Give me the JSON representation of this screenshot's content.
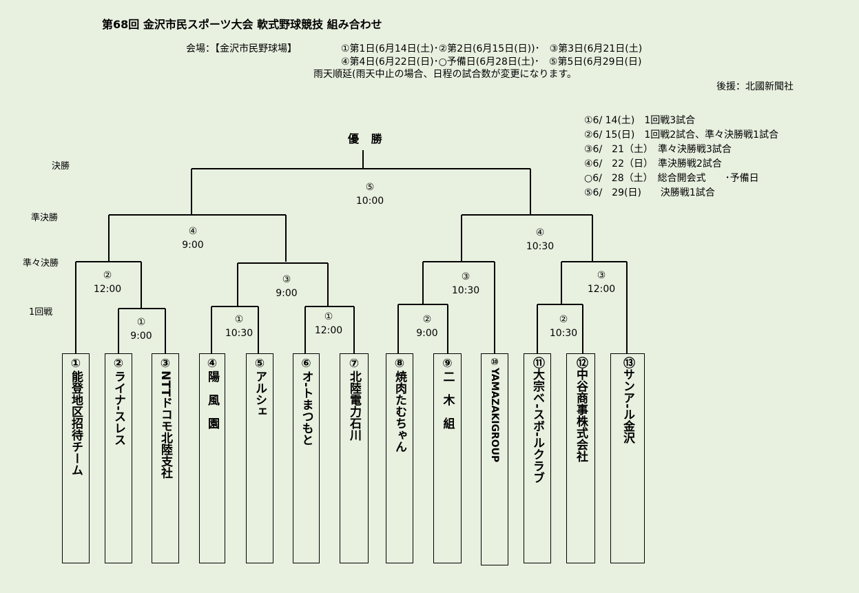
{
  "header": {
    "title": "第68回 金沢市民スポーツ大会 軟式野球競技 組み合わせ",
    "venue_label": "会場：【金沢市民野球場】",
    "dates_line1": "①第1日(6月14日(土)･②第2日(6月15日(日))･　③第3日(6月21日(土)",
    "dates_line2": "④第4日(6月22日(日)･○予備日(6月28日(土)･　⑤第5日(6月29日(日)",
    "rain_note": "雨天順延(雨天中止の場合、日程の試合数が変更になります。",
    "sponsor": "後援：北國新聞社"
  },
  "schedule": [
    "①6/ 14(土)　1回戦3試合",
    "②6/ 15(日)　1回戦2試合、準々決勝戦1試合",
    "③6/　21（土）　準々決勝戦3試合",
    "④6/　22（日）　準決勝戦2試合",
    "○6/　28（土）　総合開会式　　･予備日",
    "⑤6/　29(日)　　決勝戦1試合"
  ],
  "rounds": {
    "final": "決勝",
    "semi": "準決勝",
    "quarter": "準々決勝",
    "first": "1回戦"
  },
  "winner_label": "優 勝",
  "matches": [
    {
      "day": "⑤",
      "time": "10:00"
    },
    {
      "day": "④",
      "time": "9:00"
    },
    {
      "day": "④",
      "time": "10:30"
    },
    {
      "day": "②",
      "time": "12:00"
    },
    {
      "day": "③",
      "time": "9:00"
    },
    {
      "day": "③",
      "time": "10:30"
    },
    {
      "day": "③",
      "time": "12:00"
    },
    {
      "day": "①",
      "time": "9:00"
    },
    {
      "day": "①",
      "time": "10:30"
    },
    {
      "day": "①",
      "time": "12:00"
    },
    {
      "day": "②",
      "time": "9:00"
    },
    {
      "day": "②",
      "time": "10:30"
    }
  ],
  "teams": [
    "①能登地区招待チーム",
    "②ライナ-スレス",
    "③NTTドコモ北陸支社",
    "④陽　風　園",
    "⑤アルシェ",
    "⑥オ-トまつもと",
    "⑦北陸電力石川",
    "⑧焼肉たむちゃん",
    "⑨二　木　組",
    "⑩YAMAZAKIGROUP",
    "⑪大宗ベ-スボ-ルクラブ",
    "⑫中谷商事株式会社",
    "⑬サンア-ル金沢"
  ]
}
